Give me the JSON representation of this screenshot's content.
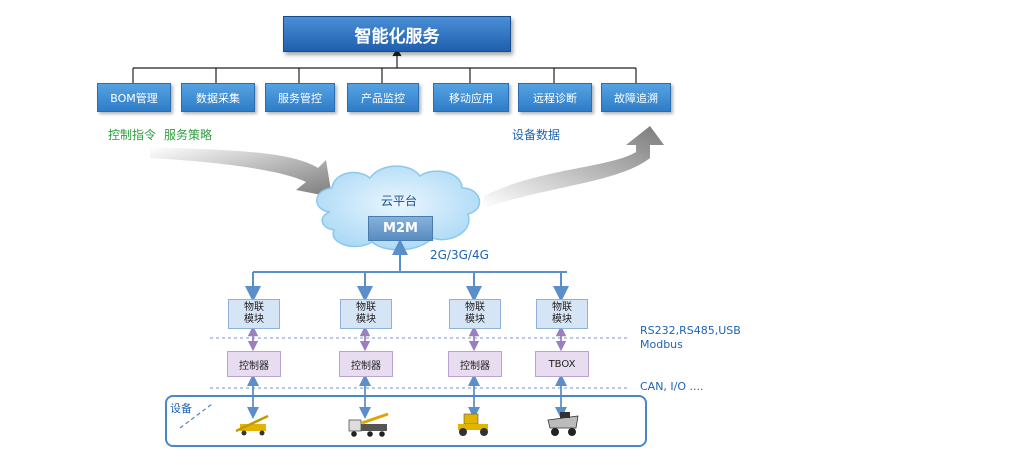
{
  "title": "智能化服务",
  "services": [
    "BOM管理",
    "数据采集",
    "服务管控",
    "产品监控",
    "移动应用",
    "远程诊断",
    "故障追溯"
  ],
  "left_labels": [
    "控制指令",
    "服务策略"
  ],
  "right_label": "设备数据",
  "cloud": {
    "label": "云平台",
    "m2m": "M2M"
  },
  "network": "2G/3G/4G",
  "modules": [
    "物联\n模块",
    "物联\n模块",
    "物联\n模块",
    "物联\n模块"
  ],
  "controllers": [
    "控制器",
    "控制器",
    "控制器",
    "TBOX"
  ],
  "interfaces": {
    "line1": "RS232,RS485,USB",
    "line2": "Modbus",
    "line3": "CAN, I/O ...."
  },
  "devices_label": "设备",
  "colors": {
    "title_bg": "#1f5fae",
    "service_bg": "#3b8ad4",
    "green_text": "#2e9e3f",
    "blue_text": "#1f64b0",
    "connector": "#5b8fc9"
  }
}
